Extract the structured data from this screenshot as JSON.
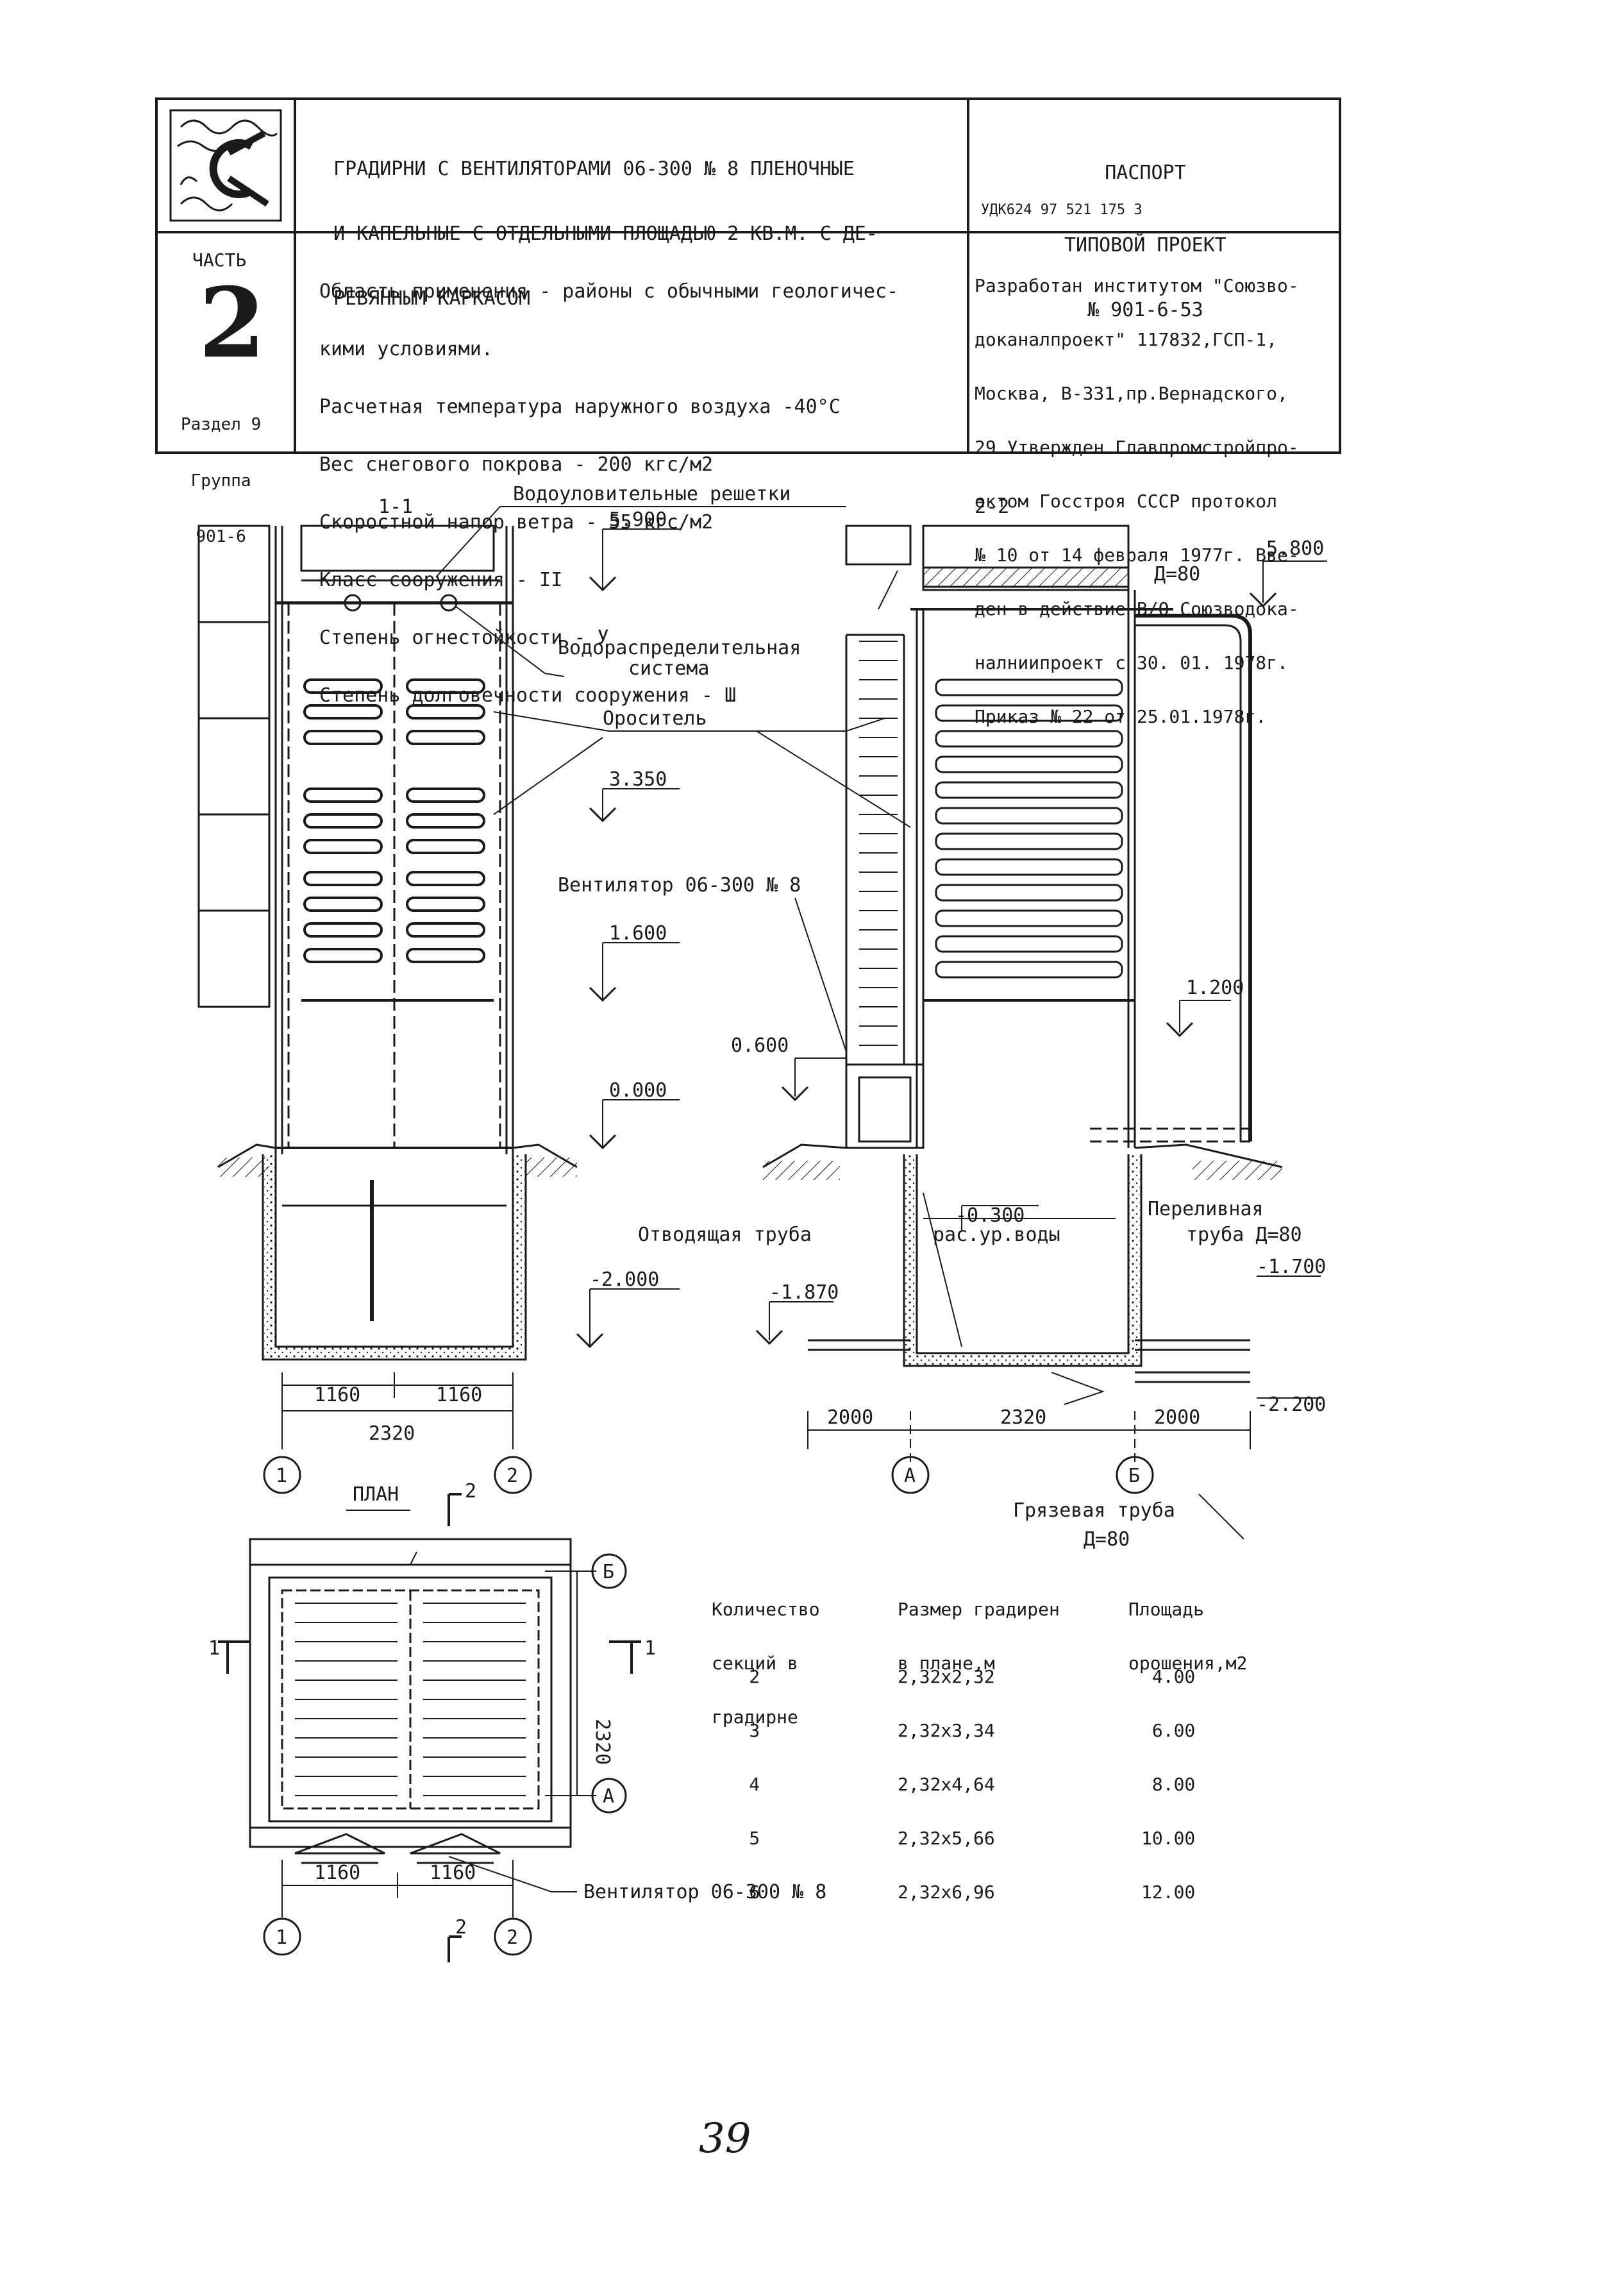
{
  "header": {
    "title_lines": [
      "ГРАДИРНИ С ВЕНТИЛЯТОРАМИ 06-300 № 8 ПЛЕНОЧНЫЕ",
      "И КАПЕЛЬНЫЕ С ОТДЕЛЬНЫМИ ПЛОЩАДЬЮ 2 КВ.М. С ДЕ-",
      "РЕВЯННЫМ КАРКАСОМ"
    ],
    "passport": [
      "ПАСПОРТ",
      "ТИПОВОЙ ПРОЕКТ",
      "№ 901-6-53"
    ],
    "udk": "УДК624 97 521 175 3",
    "part_label": "ЧАСТЬ",
    "part_number": "2",
    "section_lines": [
      "Раздел 9",
      "Группа",
      "901-6"
    ],
    "scope_lines": [
      "Область применения - районы с обычными геологичес-",
      "кими условиями.",
      "Расчетная температура наружного воздуха -40°С",
      "Вес снегового покрова - 200 кгс/м2",
      "Скоростной напор ветра - 55 кгс/м2",
      "Класс сооружения - II",
      "Степень огнестойкости - У",
      "Степень долговечности сооружения - Ш"
    ],
    "developer_lines": [
      "Разработан институтом \"Союзво-",
      "доканалпроект\" 117832,ГСП-1,",
      "Москва, В-331,пр.Вернадского,",
      "29 Утвержден Главпромстройпро-",
      "ектом Госстроя СССР протокол",
      "№ 10 от 14 февраля 1977г. Вве-",
      "ден в действие В/О Союзводока-",
      "налниипроект с 30. 01. 1978г.",
      "Приказ № 22 от 25.01.1978г."
    ]
  },
  "drawing": {
    "labels": {
      "section_1": "1-1",
      "section_2": "2-2",
      "grilles": "Водоуловительные решетки",
      "distribution": "Водораспределительная",
      "distribution_2": "система",
      "sprinkler": "Ороситель",
      "fan": "Вентилятор 06-300 № 8",
      "drain_pipe": "Отводящая труба",
      "water_level": "рас.ур.воды",
      "overflow": "Переливная",
      "overflow_2": "труба Д=80",
      "mud_pipe": "Грязевая труба",
      "mud_pipe_d": "Д=80",
      "d80": "Д=80",
      "plan": "ПЛАН",
      "fan_plan": "Вентилятор 06-300 № 8"
    },
    "elevations": {
      "e5900": "5.900",
      "e3350": "3.350",
      "e1600": "1.600",
      "e0000": "0.000",
      "em2000": "-2.000",
      "e5800": "5.800",
      "e1200": "1.200",
      "e0600": "0.600",
      "em0300": "-0.300",
      "em1870": "-1.870",
      "em1700": "-1.700",
      "em2200": "-2.200"
    },
    "dims": {
      "d1160a": "1160",
      "d1160b": "1160",
      "d2320": "2320",
      "d2000a": "2000",
      "d2320b": "2320",
      "d2000b": "2000",
      "p1160a": "1160",
      "p1160b": "1160",
      "p2320": "2320"
    },
    "axes": {
      "a1": "1",
      "a2": "2",
      "aA": "А",
      "aB": "Б",
      "pA": "А",
      "pB": "Б",
      "p1": "1",
      "p2": "2"
    },
    "cut_marks": {
      "left": "1",
      "right": "1",
      "top": "2",
      "bottom": "2"
    }
  },
  "table": {
    "headers": [
      [
        "Количество",
        "секций в",
        "градирне"
      ],
      [
        "Размер градирен",
        "в плане,м"
      ],
      [
        "Площадь",
        "орошения,м2"
      ]
    ],
    "rows": [
      [
        "2",
        "2,32х2,32",
        "4.00"
      ],
      [
        "3",
        "2,32х3,34",
        "6.00"
      ],
      [
        "4",
        "2,32х4,64",
        "8.00"
      ],
      [
        "5",
        "2,32х5,66",
        "10.00"
      ],
      [
        "6",
        "2,32х6,96",
        "12.00"
      ]
    ]
  },
  "page_number": "39"
}
